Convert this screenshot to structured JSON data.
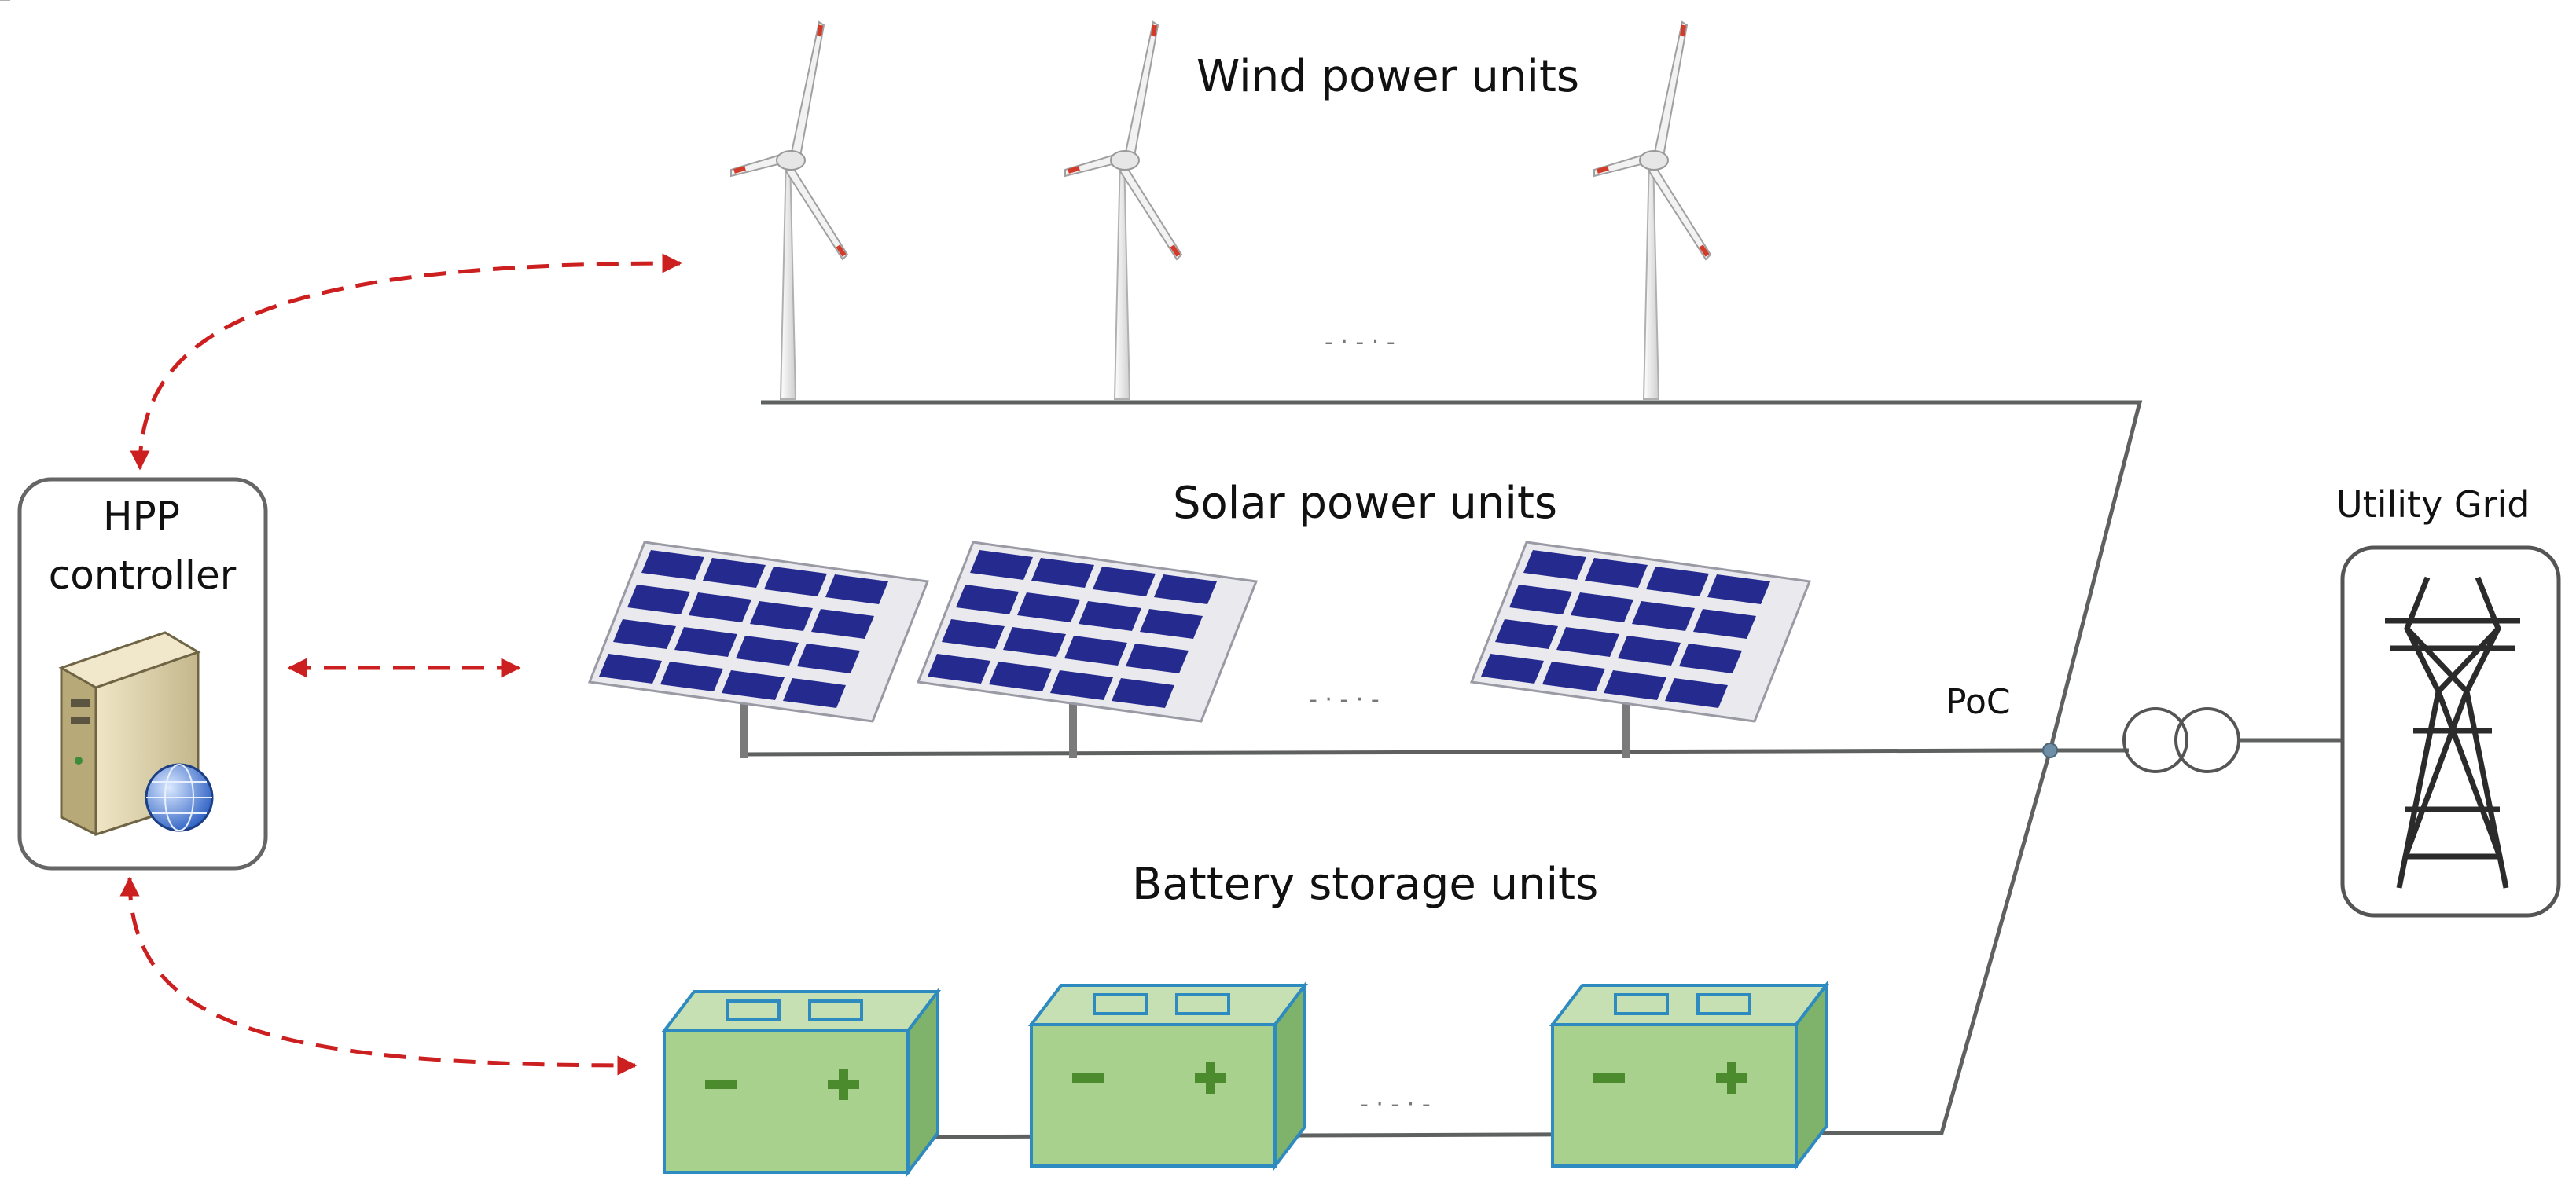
{
  "controller": {
    "title": "HPP",
    "subtitle": "controller"
  },
  "sections": {
    "wind": "Wind power units",
    "solar": "Solar power units",
    "battery": "Battery storage units"
  },
  "battery": {
    "minus": "−",
    "plus": "+"
  },
  "ellipsis": "- · - · -",
  "poc": "PoC",
  "grid": "Utility Grid",
  "colors": {
    "link": "#cc1f1f",
    "bus": "#5f6160",
    "panel": "#252a8e",
    "battery_face": "#a9d18e",
    "battery_edge": "#2e8bc0",
    "battery_sign": "#4c8a2e"
  }
}
